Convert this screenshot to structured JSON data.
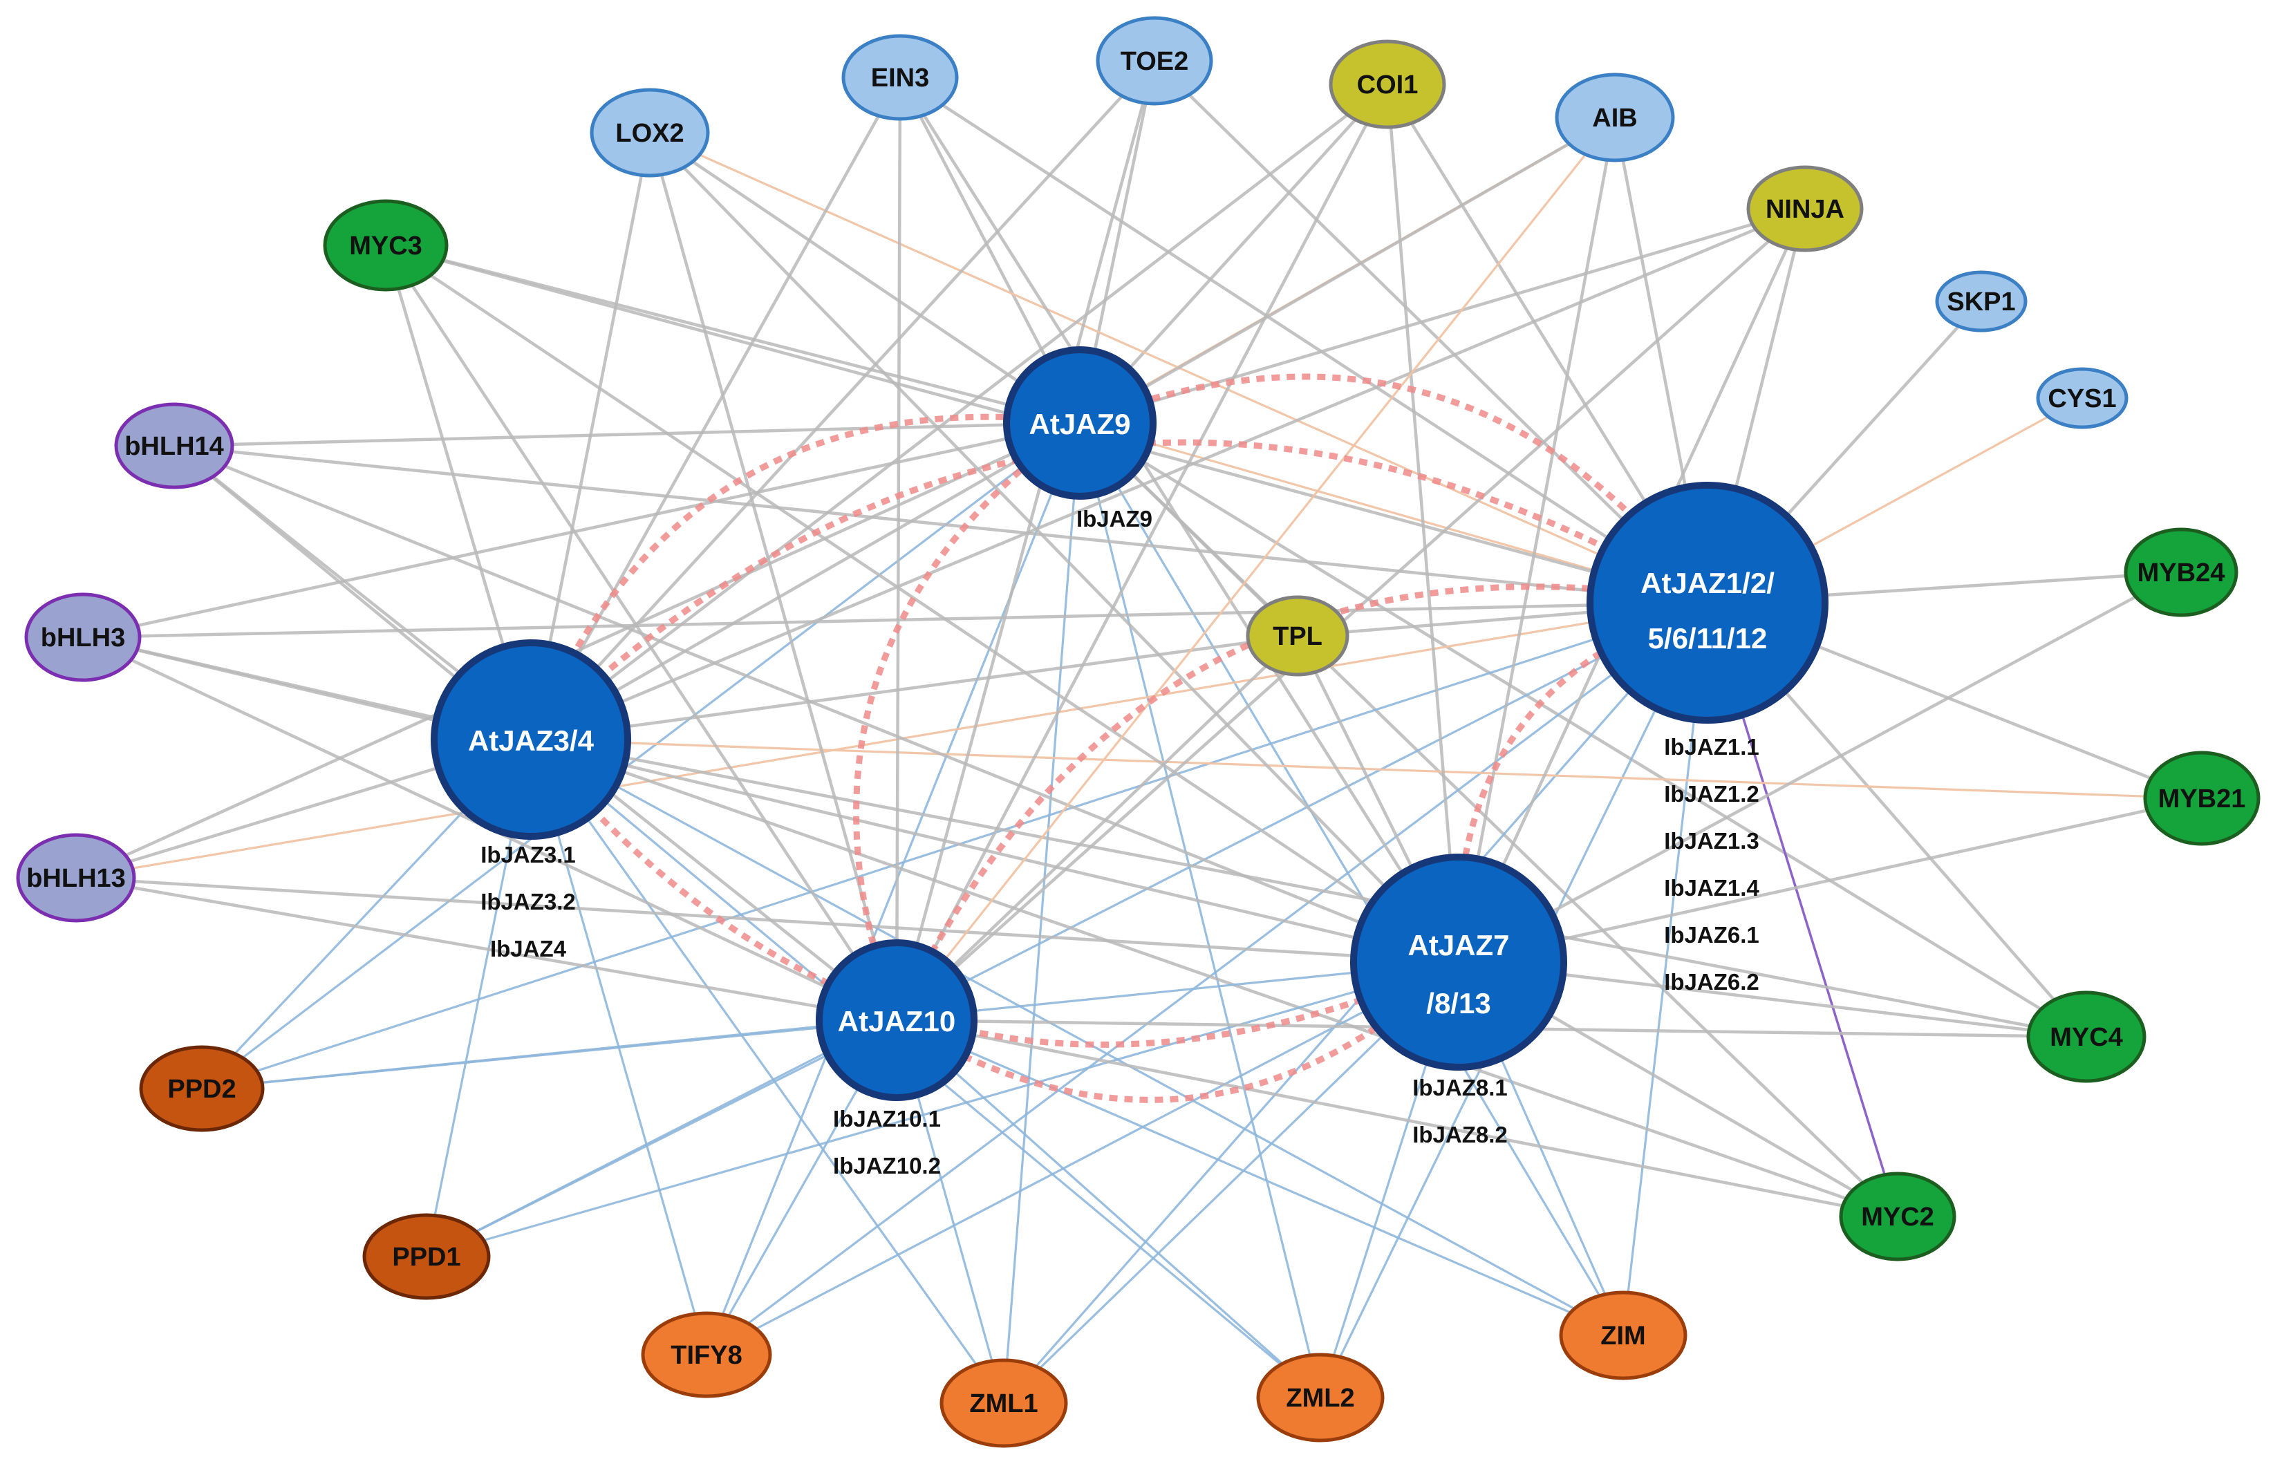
{
  "colors": {
    "hub_fill": "#0b64c0",
    "hub_stroke": "#163778",
    "light_blue_fill": "#9fc5ea",
    "light_blue_stroke": "#3b7fc4",
    "olive_fill": "#c5c22e",
    "olive_stroke": "#7f7f7f",
    "green_fill": "#15a33c",
    "green_stroke": "#1b5e20",
    "purple_fill": "#9aa3cf",
    "purple_stroke": "#7b2fb0",
    "orange_fill": "#ee7b30",
    "orange_stroke": "#9a3d0a",
    "dark_orange_fill": "#c4540f",
    "dark_orange_stroke": "#6b2706",
    "edge_grey": "#b9b9b9",
    "edge_blue": "#8fb7dc",
    "edge_orange": "#f2c3a5",
    "edge_purple": "#8e63c9",
    "edge_red_dotted": "#f08a8a"
  },
  "hubs": [
    {
      "id": "jaz9",
      "label": "AtJAZ9",
      "sub": [
        "IbJAZ9"
      ]
    },
    {
      "id": "jaz1",
      "label_lines": [
        "AtJAZ1/2/",
        "5/6/11/12"
      ],
      "sub": [
        "IbJAZ1.1",
        "IbJAZ1.2",
        "IbJAZ1.3",
        "IbJAZ1.4",
        "IbJAZ6.1",
        "IbJAZ6.2"
      ]
    },
    {
      "id": "jaz3",
      "label": "AtJAZ3/4",
      "sub": [
        "IbJAZ3.1",
        "IbJAZ3.2",
        "IbJAZ4"
      ]
    },
    {
      "id": "jaz7",
      "label_lines": [
        "AtJAZ7",
        "/8/13"
      ],
      "sub": [
        "IbJAZ8.1",
        "IbJAZ8.2"
      ]
    },
    {
      "id": "jaz10",
      "label": "AtJAZ10",
      "sub": [
        "IbJAZ10.1",
        "IbJAZ10.2"
      ]
    }
  ],
  "nodes": [
    {
      "id": "lox2",
      "label": "LOX2",
      "group": "light_blue"
    },
    {
      "id": "ein3",
      "label": "EIN3",
      "group": "light_blue"
    },
    {
      "id": "toe2",
      "label": "TOE2",
      "group": "light_blue"
    },
    {
      "id": "coi1",
      "label": "COI1",
      "group": "olive"
    },
    {
      "id": "aib",
      "label": "AIB",
      "group": "light_blue"
    },
    {
      "id": "ninja",
      "label": "NINJA",
      "group": "olive"
    },
    {
      "id": "skp1",
      "label": "SKP1",
      "group": "light_blue"
    },
    {
      "id": "cys1",
      "label": "CYS1",
      "group": "light_blue"
    },
    {
      "id": "myc3",
      "label": "MYC3",
      "group": "green"
    },
    {
      "id": "bhlh14",
      "label": "bHLH14",
      "group": "purple"
    },
    {
      "id": "bhlh3",
      "label": "bHLH3",
      "group": "purple"
    },
    {
      "id": "bhlh13",
      "label": "bHLH13",
      "group": "purple"
    },
    {
      "id": "tpl",
      "label": "TPL",
      "group": "olive"
    },
    {
      "id": "myb24",
      "label": "MYB24",
      "group": "green"
    },
    {
      "id": "myb21",
      "label": "MYB21",
      "group": "green"
    },
    {
      "id": "myc4",
      "label": "MYC4",
      "group": "green"
    },
    {
      "id": "myc2",
      "label": "MYC2",
      "group": "green"
    },
    {
      "id": "ppd2",
      "label": "PPD2",
      "group": "dark_orange"
    },
    {
      "id": "ppd1",
      "label": "PPD1",
      "group": "dark_orange"
    },
    {
      "id": "tify8",
      "label": "TIFY8",
      "group": "orange"
    },
    {
      "id": "zml1",
      "label": "ZML1",
      "group": "orange"
    },
    {
      "id": "zml2",
      "label": "ZML2",
      "group": "orange"
    },
    {
      "id": "zim",
      "label": "ZIM",
      "group": "orange"
    }
  ],
  "edges": [
    [
      "jaz9",
      "lox2",
      "grey"
    ],
    [
      "jaz9",
      "ein3",
      "grey"
    ],
    [
      "jaz9",
      "toe2",
      "grey"
    ],
    [
      "jaz9",
      "coi1",
      "grey"
    ],
    [
      "jaz9",
      "aib",
      "orange"
    ],
    [
      "jaz9",
      "ninja",
      "grey"
    ],
    [
      "jaz9",
      "myc3",
      "grey"
    ],
    [
      "jaz9",
      "bhlh14",
      "grey"
    ],
    [
      "jaz9",
      "bhlh3",
      "grey"
    ],
    [
      "jaz9",
      "bhlh13",
      "grey"
    ],
    [
      "jaz9",
      "tpl",
      "grey"
    ],
    [
      "jaz9",
      "myc4",
      "grey"
    ],
    [
      "jaz9",
      "myc2",
      "grey"
    ],
    [
      "jaz9",
      "ppd2",
      "blue"
    ],
    [
      "jaz9",
      "zml1",
      "blue"
    ],
    [
      "jaz9",
      "zml2",
      "blue"
    ],
    [
      "jaz9",
      "tify8",
      "blue"
    ],
    [
      "jaz9",
      "zim",
      "blue"
    ],
    [
      "jaz9",
      "jaz1",
      "orange"
    ],
    [
      "jaz1",
      "lox2",
      "orange"
    ],
    [
      "jaz1",
      "ein3",
      "grey"
    ],
    [
      "jaz1",
      "toe2",
      "grey"
    ],
    [
      "jaz1",
      "coi1",
      "grey"
    ],
    [
      "jaz1",
      "aib",
      "grey"
    ],
    [
      "jaz1",
      "ninja",
      "grey"
    ],
    [
      "jaz1",
      "skp1",
      "grey"
    ],
    [
      "jaz1",
      "cys1",
      "orange"
    ],
    [
      "jaz1",
      "myc3",
      "grey"
    ],
    [
      "jaz1",
      "bhlh14",
      "grey"
    ],
    [
      "jaz1",
      "bhlh3",
      "grey"
    ],
    [
      "jaz1",
      "bhlh13",
      "orange"
    ],
    [
      "jaz1",
      "tpl",
      "grey"
    ],
    [
      "jaz1",
      "myb24",
      "grey"
    ],
    [
      "jaz1",
      "myb21",
      "grey"
    ],
    [
      "jaz1",
      "myc4",
      "grey"
    ],
    [
      "jaz1",
      "myc2",
      "purple"
    ],
    [
      "jaz1",
      "ppd2",
      "blue"
    ],
    [
      "jaz1",
      "ppd1",
      "blue"
    ],
    [
      "jaz1",
      "zml1",
      "blue"
    ],
    [
      "jaz1",
      "zml2",
      "blue"
    ],
    [
      "jaz1",
      "tify8",
      "blue"
    ],
    [
      "jaz1",
      "zim",
      "blue"
    ],
    [
      "jaz3",
      "lox2",
      "grey"
    ],
    [
      "jaz3",
      "ein3",
      "grey"
    ],
    [
      "jaz3",
      "toe2",
      "grey"
    ],
    [
      "jaz3",
      "coi1",
      "grey"
    ],
    [
      "jaz3",
      "aib",
      "grey"
    ],
    [
      "jaz3",
      "ninja",
      "grey"
    ],
    [
      "jaz3",
      "myc3",
      "grey"
    ],
    [
      "jaz3",
      "bhlh14",
      "grey"
    ],
    [
      "jaz3",
      "bhlh3",
      "grey"
    ],
    [
      "jaz3",
      "bhlh13",
      "grey"
    ],
    [
      "jaz3",
      "tpl",
      "grey"
    ],
    [
      "jaz3",
      "myc4",
      "grey"
    ],
    [
      "jaz3",
      "myc2",
      "grey"
    ],
    [
      "jaz3",
      "myb21",
      "orange"
    ],
    [
      "jaz3",
      "ppd2",
      "blue"
    ],
    [
      "jaz3",
      "ppd1",
      "blue"
    ],
    [
      "jaz3",
      "zml1",
      "blue"
    ],
    [
      "jaz3",
      "zml2",
      "blue"
    ],
    [
      "jaz3",
      "tify8",
      "blue"
    ],
    [
      "jaz3",
      "zim",
      "blue"
    ],
    [
      "jaz7",
      "lox2",
      "grey"
    ],
    [
      "jaz7",
      "ein3",
      "grey"
    ],
    [
      "jaz7",
      "coi1",
      "grey"
    ],
    [
      "jaz7",
      "aib",
      "grey"
    ],
    [
      "jaz7",
      "ninja",
      "grey"
    ],
    [
      "jaz7",
      "myc3",
      "grey"
    ],
    [
      "jaz7",
      "bhlh14",
      "grey"
    ],
    [
      "jaz7",
      "bhlh3",
      "grey"
    ],
    [
      "jaz7",
      "bhlh13",
      "grey"
    ],
    [
      "jaz7",
      "tpl",
      "grey"
    ],
    [
      "jaz7",
      "myb24",
      "grey"
    ],
    [
      "jaz7",
      "myb21",
      "grey"
    ],
    [
      "jaz7",
      "myc4",
      "grey"
    ],
    [
      "jaz7",
      "myc2",
      "grey"
    ],
    [
      "jaz7",
      "ppd2",
      "blue"
    ],
    [
      "jaz7",
      "ppd1",
      "blue"
    ],
    [
      "jaz7",
      "zml1",
      "blue"
    ],
    [
      "jaz7",
      "zml2",
      "blue"
    ],
    [
      "jaz7",
      "tify8",
      "blue"
    ],
    [
      "jaz7",
      "zim",
      "blue"
    ],
    [
      "jaz10",
      "lox2",
      "grey"
    ],
    [
      "jaz10",
      "ein3",
      "grey"
    ],
    [
      "jaz10",
      "toe2",
      "grey"
    ],
    [
      "jaz10",
      "coi1",
      "grey"
    ],
    [
      "jaz10",
      "aib",
      "orange"
    ],
    [
      "jaz10",
      "ninja",
      "grey"
    ],
    [
      "jaz10",
      "myc3",
      "grey"
    ],
    [
      "jaz10",
      "bhlh14",
      "grey"
    ],
    [
      "jaz10",
      "bhlh3",
      "grey"
    ],
    [
      "jaz10",
      "bhlh13",
      "grey"
    ],
    [
      "jaz10",
      "tpl",
      "grey"
    ],
    [
      "jaz10",
      "myc4",
      "grey"
    ],
    [
      "jaz10",
      "myc2",
      "grey"
    ],
    [
      "jaz10",
      "ppd2",
      "blue"
    ],
    [
      "jaz10",
      "ppd1",
      "blue"
    ],
    [
      "jaz10",
      "zml1",
      "blue"
    ],
    [
      "jaz10",
      "zml2",
      "blue"
    ],
    [
      "jaz10",
      "tify8",
      "blue"
    ],
    [
      "jaz10",
      "zim",
      "blue"
    ]
  ],
  "dotted_links": [
    [
      "jaz9",
      "jaz3"
    ],
    [
      "jaz9",
      "jaz1"
    ],
    [
      "jaz9",
      "jaz10"
    ],
    [
      "jaz3",
      "jaz1"
    ],
    [
      "jaz3",
      "jaz7"
    ],
    [
      "jaz10",
      "jaz1"
    ],
    [
      "jaz10",
      "jaz7"
    ],
    [
      "jaz7",
      "jaz1"
    ]
  ]
}
